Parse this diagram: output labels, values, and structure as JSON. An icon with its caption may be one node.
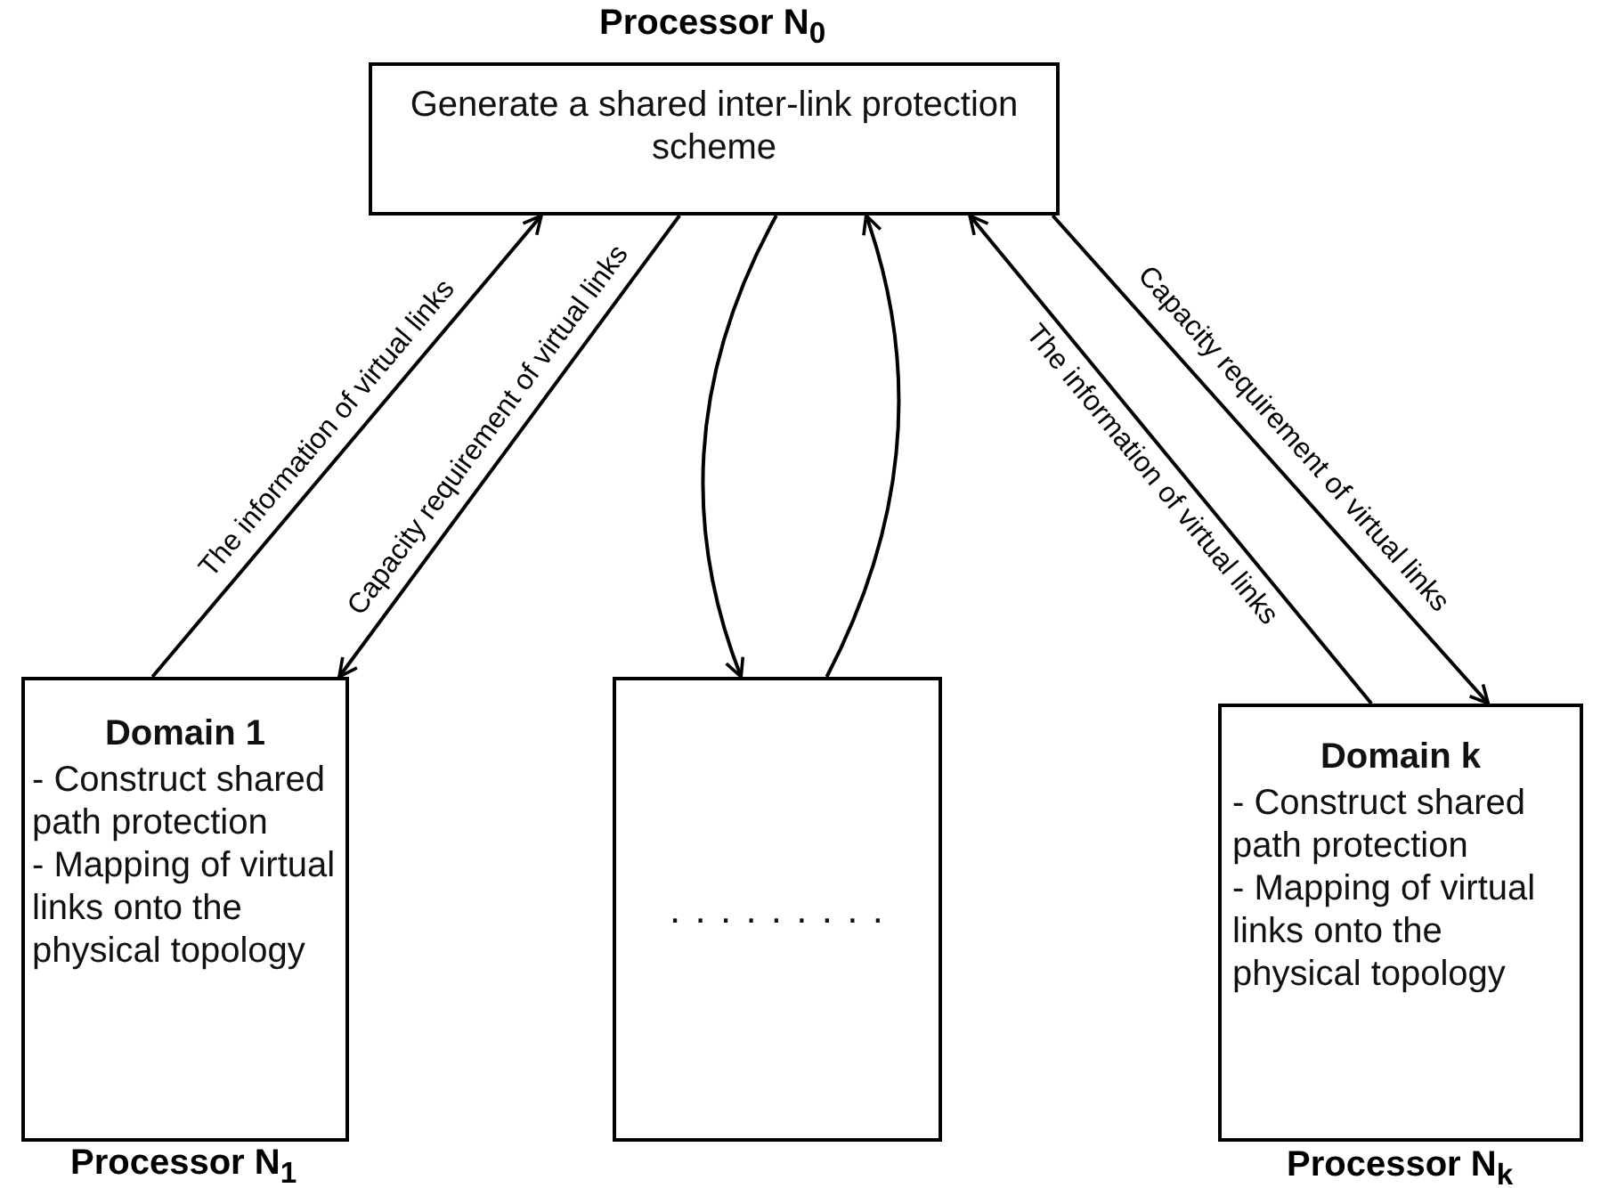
{
  "diagram": {
    "nodes": [
      {
        "text": [
          "Generate a shared inter-link protection scheme"
        ],
        "beside": [
          "Processor N$_{0}$"
        ]
      },
      {
        "text": [
          "Domain 1",
          "- Construct shared path protection",
          "- Mapping of virtual links onto the physical topology"
        ],
        "beside": [
          "Processor N$_{1}$"
        ]
      },
      {
        "text": [
          ". . . . . . . . ."
        ]
      },
      {
        "text": [
          "Domain k",
          "- Construct shared path protection",
          "- Mapping of virtual links onto the physical topology"
        ],
        "beside": [
          "Processor N$_{k}$"
        ]
      }
    ],
    "edges": [
      {
        "from": 1,
        "to": 0,
        "arrow": "to",
        "label": "The information of virtual links"
      },
      {
        "from": 0,
        "to": 1,
        "arrow": "to",
        "label": "Capacity requirement of virtual links"
      },
      {
        "from": 0,
        "to": 2,
        "arrow": "to"
      },
      {
        "from": 2,
        "to": 0,
        "arrow": "to"
      },
      {
        "from": 3,
        "to": 0,
        "arrow": "to",
        "label": "The information of virtual links"
      },
      {
        "from": 0,
        "to": 3,
        "arrow": "to",
        "label": "Capacity requirement of virtual links"
      }
    ]
  }
}
